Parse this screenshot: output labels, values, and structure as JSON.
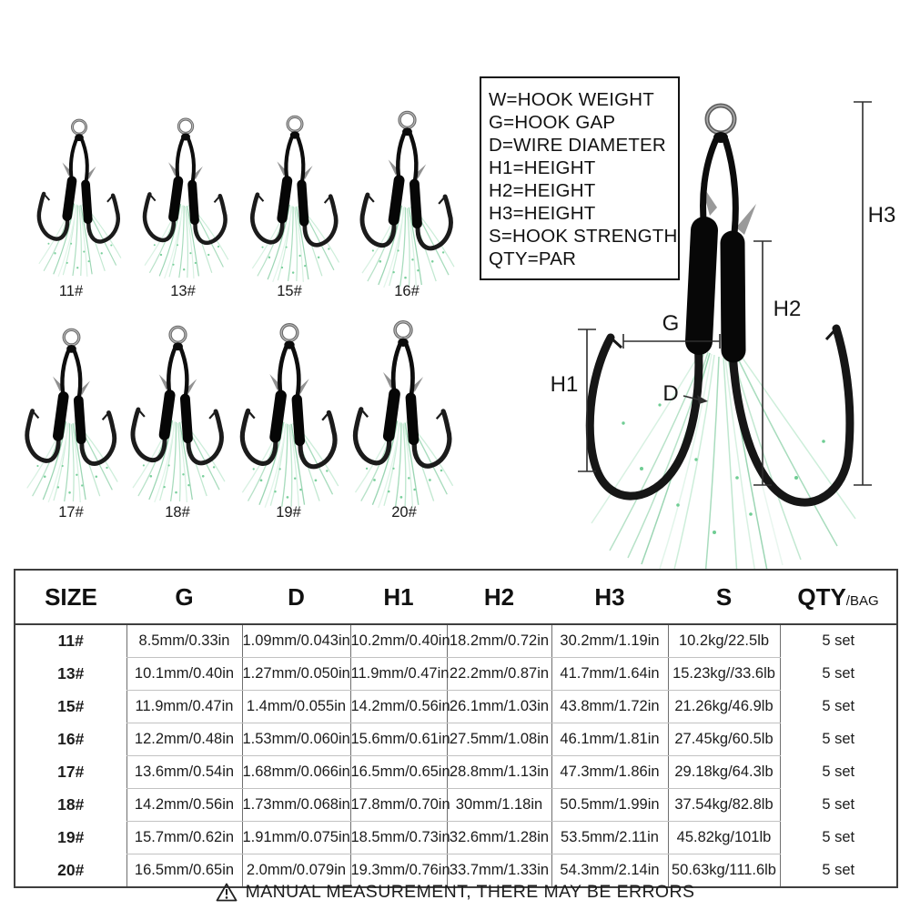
{
  "legend": {
    "lines": [
      "W=HOOK WEIGHT",
      "G=HOOK GAP",
      "D=WIRE DIAMETER",
      "H1=HEIGHT",
      "H2=HEIGHT",
      "H3=HEIGHT",
      "S=HOOK STRENGTH",
      "QTY=PAR"
    ]
  },
  "hook_grid": {
    "row1": [
      "11#",
      "13#",
      "15#",
      "16#"
    ],
    "row2": [
      "17#",
      "18#",
      "19#",
      "20#"
    ]
  },
  "diagram": {
    "labels": {
      "g": "G",
      "d": "D",
      "h1": "H1",
      "h2": "H2",
      "h3": "H3"
    }
  },
  "table": {
    "headers": [
      "SIZE",
      "G",
      "D",
      "H1",
      "H2",
      "H3",
      "S",
      "QTY"
    ],
    "qty_suffix": "/BAG",
    "rows": [
      [
        "11#",
        "8.5mm/0.33in",
        "1.09mm/0.043in",
        "10.2mm/0.40in",
        "18.2mm/0.72in",
        "30.2mm/1.19in",
        "10.2kg/22.5lb",
        "5 set"
      ],
      [
        "13#",
        "10.1mm/0.40in",
        "1.27mm/0.050in",
        "11.9mm/0.47in",
        "22.2mm/0.87in",
        "41.7mm/1.64in",
        "15.23kg//33.6lb",
        "5 set"
      ],
      [
        "15#",
        "11.9mm/0.47in",
        "1.4mm/0.055in",
        "14.2mm/0.56in",
        "26.1mm/1.03in",
        "43.8mm/1.72in",
        "21.26kg/46.9lb",
        "5 set"
      ],
      [
        "16#",
        "12.2mm/0.48in",
        "1.53mm/0.060in",
        "15.6mm/0.61in",
        "27.5mm/1.08in",
        "46.1mm/1.81in",
        "27.45kg/60.5lb",
        "5 set"
      ],
      [
        "17#",
        "13.6mm/0.54in",
        "1.68mm/0.066in",
        "16.5mm/0.65in",
        "28.8mm/1.13in",
        "47.3mm/1.86in",
        "29.18kg/64.3lb",
        "5 set"
      ],
      [
        "18#",
        "14.2mm/0.56in",
        "1.73mm/0.068in",
        "17.8mm/0.70in",
        "30mm/1.18in",
        "50.5mm/1.99in",
        "37.54kg/82.8lb",
        "5 set"
      ],
      [
        "19#",
        "15.7mm/0.62in",
        "1.91mm/0.075in",
        "18.5mm/0.73in",
        "32.6mm/1.28in",
        "53.5mm/2.11in",
        "45.82kg/101lb",
        "5 set"
      ],
      [
        "20#",
        "16.5mm/0.65in",
        "2.0mm/0.079in",
        "19.3mm/0.76in",
        "33.7mm/1.33in",
        "54.3mm/2.14in",
        "50.63kg/111.6lb",
        "5 set"
      ]
    ]
  },
  "footer": {
    "warning": "MANUAL MEASUREMENT, THERE MAY BE ERRORS"
  },
  "colors": {
    "tinsel": "#b7e2c8",
    "sparkle": "#74ce96",
    "hook": "#161616",
    "table_border": "#3f3f3f"
  }
}
